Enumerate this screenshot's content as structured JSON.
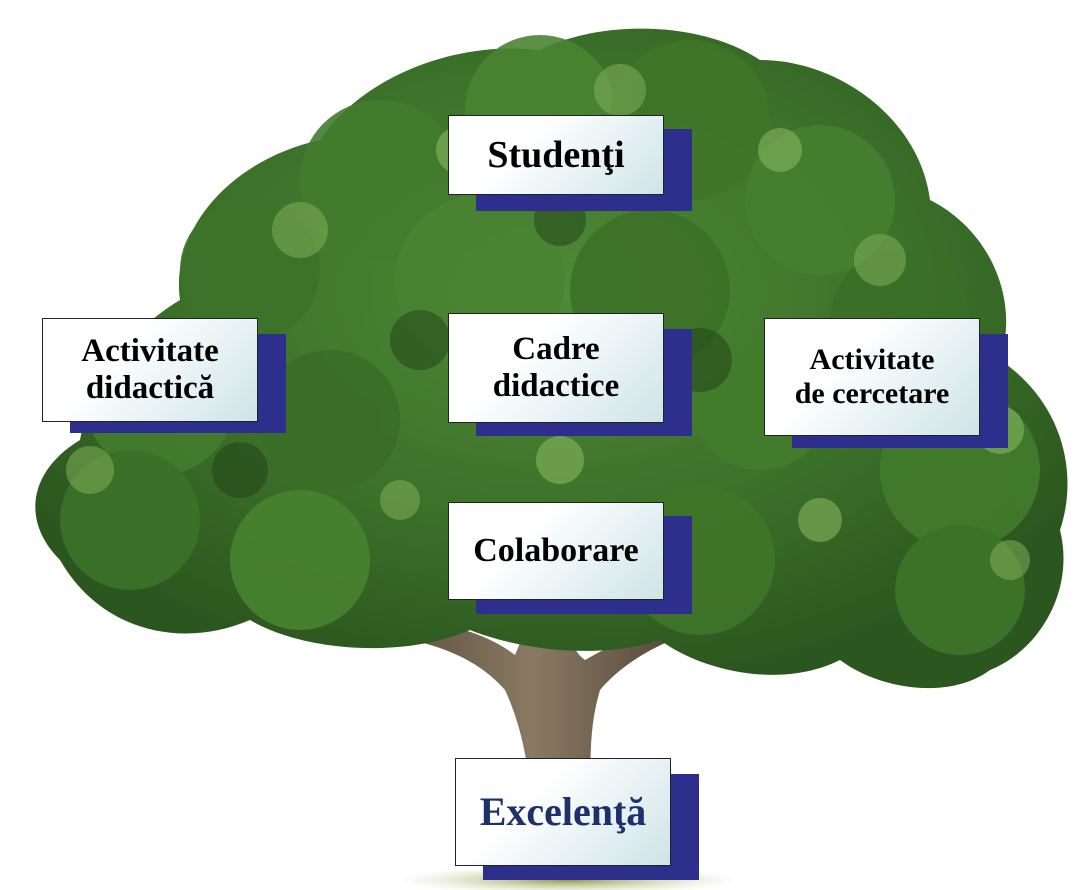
{
  "diagram": {
    "nodes": [
      {
        "id": "studenti",
        "label": "Studenţi",
        "lines": [
          "Studenţi"
        ]
      },
      {
        "id": "activitate-didactica",
        "label": "Activitate didactică",
        "lines": [
          "Activitate",
          "didactică"
        ]
      },
      {
        "id": "cadre-didactice",
        "label": "Cadre didactice",
        "lines": [
          "Cadre",
          "didactice"
        ]
      },
      {
        "id": "activitate-cercetare",
        "label": "Activitate de cercetare",
        "lines": [
          "Activitate",
          "de cercetare"
        ]
      },
      {
        "id": "colaborare",
        "label": "Colaborare",
        "lines": [
          "Colaborare"
        ]
      },
      {
        "id": "excelenta",
        "label": "Excelenţă",
        "lines": [
          "Excelenţă"
        ]
      }
    ]
  },
  "colors": {
    "shadow": "#2e2e8c",
    "excelenta_text": "#1f2f6b",
    "foliage_dark": "#2f5d23",
    "foliage_mid": "#4a7f33",
    "foliage_light": "#7fae57",
    "trunk": "#6b5a45",
    "grass": "#7a8b3c"
  }
}
